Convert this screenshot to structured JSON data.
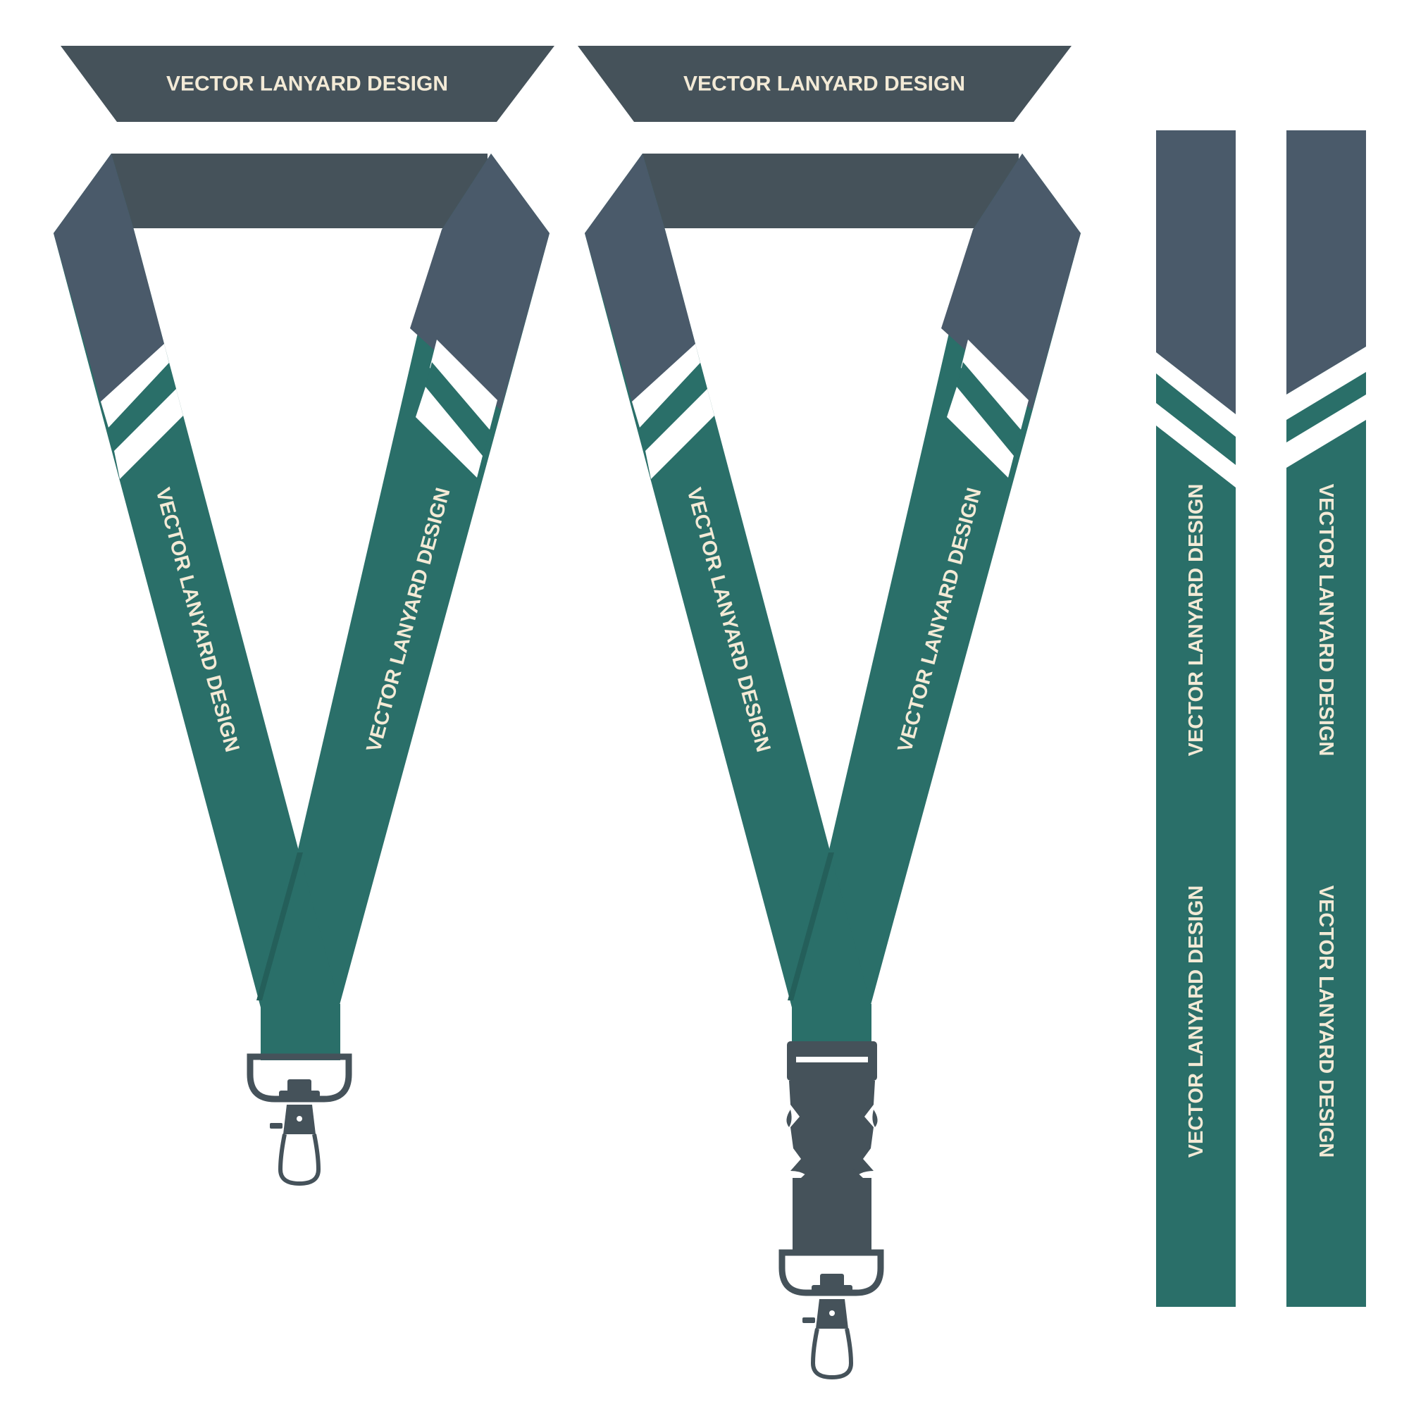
{
  "design_label": "VECTOR LANYARD DESIGN",
  "banners": [
    {
      "label": "VECTOR LANYARD DESIGN"
    },
    {
      "label": "VECTOR LANYARD DESIGN"
    }
  ],
  "lanyards": [
    {
      "clip": "swivel-hook-icon",
      "strap_labels": [
        "VECTOR LANYARD DESIGN",
        "VECTOR LANYARD DESIGN"
      ]
    },
    {
      "clip": "breakaway-buckle-icon",
      "strap_labels": [
        "VECTOR LANYARD DESIGN",
        "VECTOR LANYARD DESIGN"
      ]
    }
  ],
  "strips": [
    {
      "labels": [
        "VECTOR LANYARD DESIGN",
        "VECTOR LANYARD DESIGN"
      ]
    },
    {
      "labels": [
        "VECTOR LANYARD DESIGN",
        "VECTOR LANYARD DESIGN"
      ]
    }
  ],
  "colors": {
    "slate": "#4a5a6a",
    "charcoal": "#45525a",
    "teal": "#2a6f69",
    "hardware": "#45525a",
    "text": "#f3ead6"
  }
}
